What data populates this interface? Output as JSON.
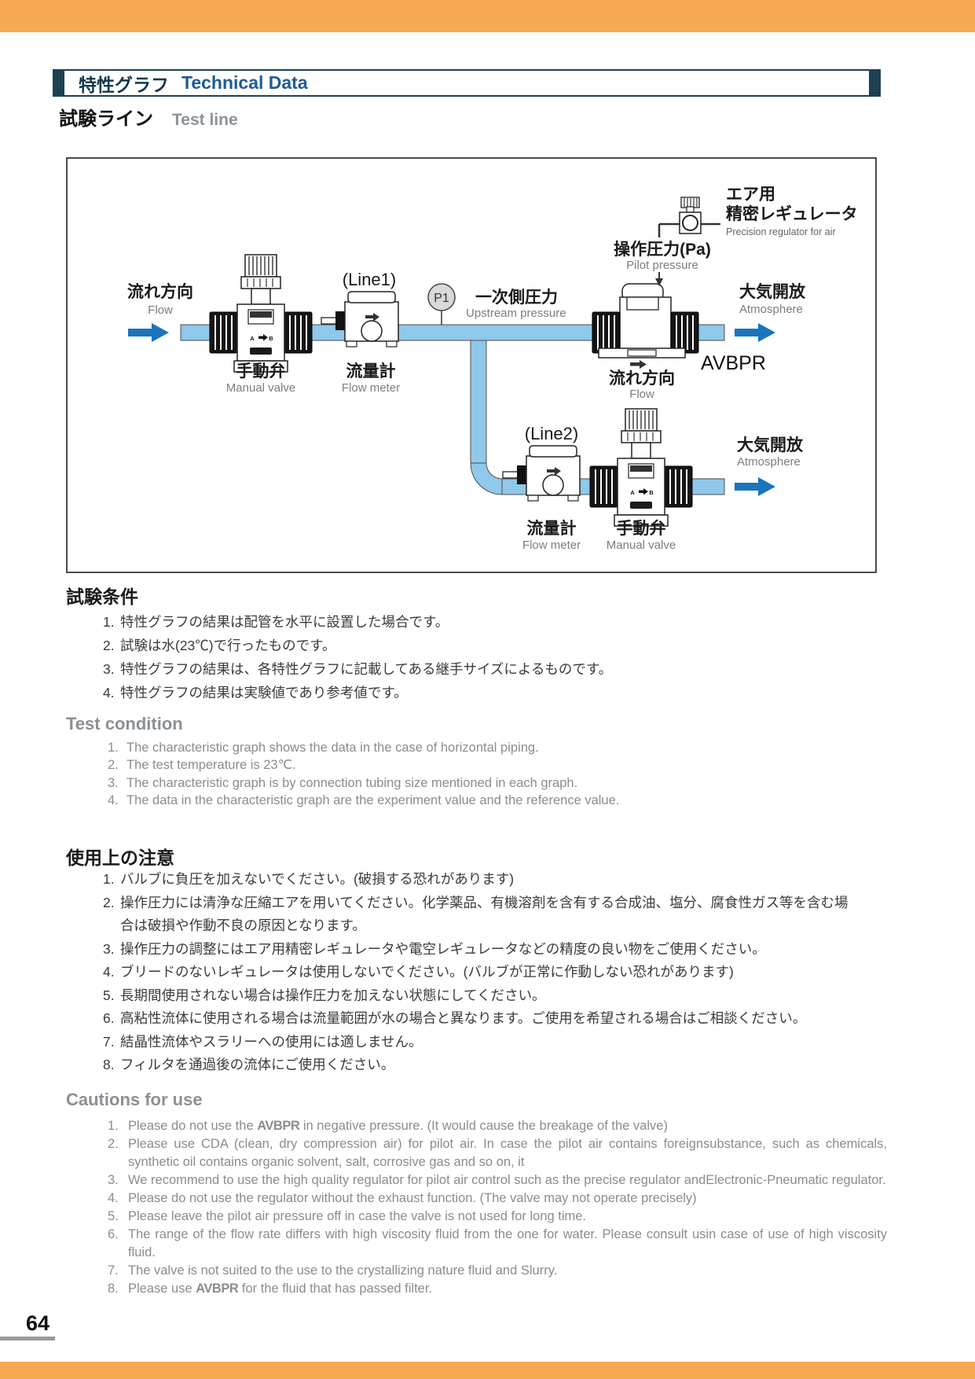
{
  "page": {
    "number": "64"
  },
  "colors": {
    "accent_orange": "#F7A952",
    "navy": "#1D4053",
    "title_blue": "#1D5C95",
    "pipe_blue": "#8FC8EA",
    "arrow_blue": "#1B75BC"
  },
  "header": {
    "title_ja": "特性グラフ",
    "title_en": "Technical Data"
  },
  "test_line": {
    "heading_ja": "試験ライン",
    "heading_en": "Test line"
  },
  "diagram": {
    "flow_left": {
      "ja": "流れ方向",
      "en": "Flow"
    },
    "manual_valve_1": {
      "ja": "手動弁",
      "en": "Manual valve"
    },
    "line1": "(Line1)",
    "flow_meter_1": {
      "ja": "流量計",
      "en": "Flow meter"
    },
    "gauge_p1": "P1",
    "upstream": {
      "ja": "一次側圧力",
      "en": "Upstream pressure"
    },
    "pilot": {
      "ja": "操作圧力(Pa)",
      "en": "Pilot pressure"
    },
    "regulator": {
      "ja1": "エア用",
      "ja2": "精密レギュレータ",
      "en": "Precision regulator for air"
    },
    "atmosphere_1": {
      "ja": "大気開放",
      "en": "Atmosphere"
    },
    "avbpr_label": "AVBPR",
    "flow_right": {
      "ja": "流れ方向",
      "en": "Flow"
    },
    "line2": "(Line2)",
    "flow_meter_2": {
      "ja": "流量計",
      "en": "Flow meter"
    },
    "manual_valve_2": {
      "ja": "手動弁",
      "en": "Manual valve"
    },
    "atmosphere_2": {
      "ja": "大気開放",
      "en": "Atmosphere"
    },
    "valve_port_a": "A",
    "valve_port_b": "B"
  },
  "test_condition_ja": {
    "heading": "試験条件",
    "items": [
      {
        "num": "1.",
        "text": "特性グラフの結果は配管を水平に設置した場合です。"
      },
      {
        "num": "2.",
        "text": "試験は水(23℃)で行ったものです。"
      },
      {
        "num": "3.",
        "text": "特性グラフの結果は、各特性グラフに記載してある継手サイズによるものです。"
      },
      {
        "num": "4.",
        "text": "特性グラフの結果は実験値であり参考値です。"
      }
    ]
  },
  "test_condition_en": {
    "heading": "Test condition",
    "items": [
      {
        "num": "1.",
        "text": "The characteristic graph shows the data in the case of horizontal piping."
      },
      {
        "num": "2.",
        "text": "The test temperature is 23℃."
      },
      {
        "num": "3.",
        "text": "The characteristic graph is by connection tubing size mentioned in each graph."
      },
      {
        "num": "4.",
        "text": "The data in the characteristic graph are the experiment value and the reference value."
      }
    ]
  },
  "cautions_ja": {
    "heading": "使用上の注意",
    "items": [
      {
        "num": "1.",
        "text": "バルブに負圧を加えないでください。(破損する恐れがあります)"
      },
      {
        "num": "2.",
        "text": "操作圧力には清浄な圧縮エアを用いてください。化学薬品、有機溶剤を含有する合成油、塩分、腐食性ガス等を含む場合は破損や作動不良の原因となります。"
      },
      {
        "num": "3.",
        "text": "操作圧力の調整にはエア用精密レギュレータや電空レギュレータなどの精度の良い物をご使用ください。"
      },
      {
        "num": "4.",
        "text": "ブリードのないレギュレータは使用しないでください。(バルブが正常に作動しない恐れがあります)"
      },
      {
        "num": "5.",
        "text": "長期間使用されない場合は操作圧力を加えない状態にしてください。"
      },
      {
        "num": "6.",
        "text": "高粘性流体に使用される場合は流量範囲が水の場合と異なります。ご使用を希望される場合はご相談ください。"
      },
      {
        "num": "7.",
        "text": "結晶性流体やスラリーへの使用には適しません。"
      },
      {
        "num": "8.",
        "text": "フィルタを通過後の流体にご使用ください。"
      }
    ]
  },
  "cautions_en": {
    "heading": "Cautions for use",
    "items": [
      {
        "num": "1.",
        "pre": "Please do not use the ",
        "brand": "AVBPR",
        "post": " in negative pressure. (It would cause the breakage of the valve)"
      },
      {
        "num": "2.",
        "text": "Please use CDA (clean, dry compression air) for pilot air. In case the pilot air contains foreignsubstance, such as chemicals, synthetic oil contains organic solvent, salt, corrosive gas and so on, it"
      },
      {
        "num": "3.",
        "text": "We recommend to use the high quality regulator for pilot air control such as the precise regulator andElectronic-Pneumatic regulator."
      },
      {
        "num": "4.",
        "text": "Please do not use the regulator without the exhaust function. (The valve may not operate precisely)"
      },
      {
        "num": "5.",
        "text": "Please leave the pilot air pressure off in case the valve is not used for long time."
      },
      {
        "num": "6.",
        "text": "The range of the flow rate differs with high viscosity fluid from the one for water. Please consult usin case of use of high viscosity fluid."
      },
      {
        "num": "7.",
        "text": "The valve is not suited to the use to the crystallizing nature fluid and Slurry."
      },
      {
        "num": "8.",
        "pre": "Please use ",
        "brand": "AVBPR",
        "post": " for the fluid that has passed filter."
      }
    ]
  }
}
